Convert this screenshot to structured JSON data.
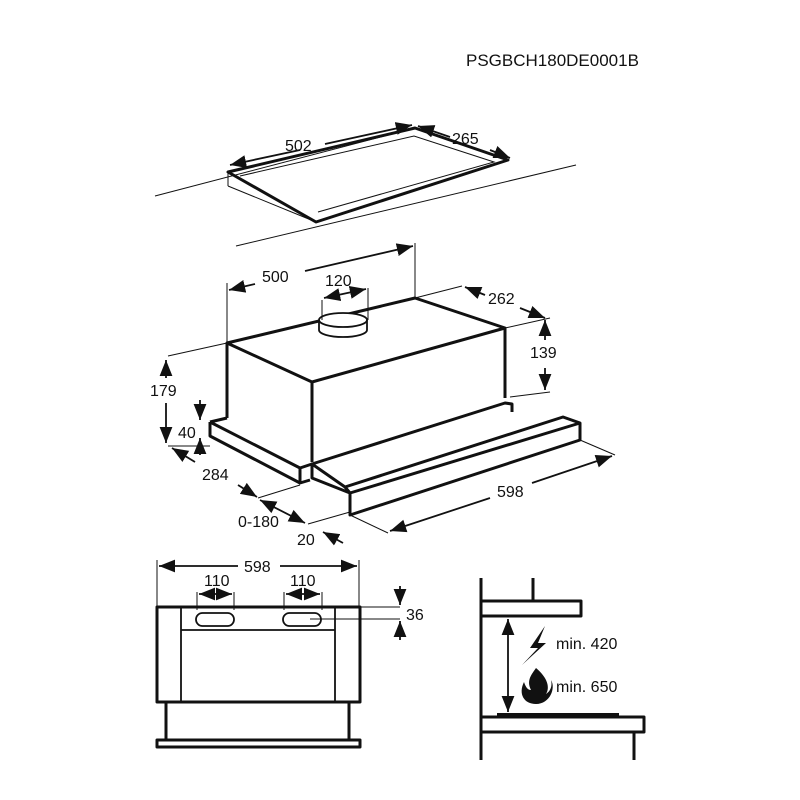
{
  "product_code": "PSGBCH180DE0001B",
  "cutout": {
    "width": "502",
    "depth": "265"
  },
  "hood": {
    "width_top": "500",
    "duct_diameter": "120",
    "depth_top": "262",
    "body_height": "139",
    "total_height": "179",
    "front_height": "40",
    "depth_bottom": "284",
    "extension": "0-180",
    "front_thickness": "20",
    "total_width": "598"
  },
  "front_view": {
    "width": "598",
    "slot_left": "110",
    "slot_right": "110",
    "slot_offset": "36"
  },
  "clearance": {
    "electric": "min. 420",
    "gas": "min. 650"
  },
  "icons": [
    "lightning-icon",
    "flame-icon"
  ]
}
